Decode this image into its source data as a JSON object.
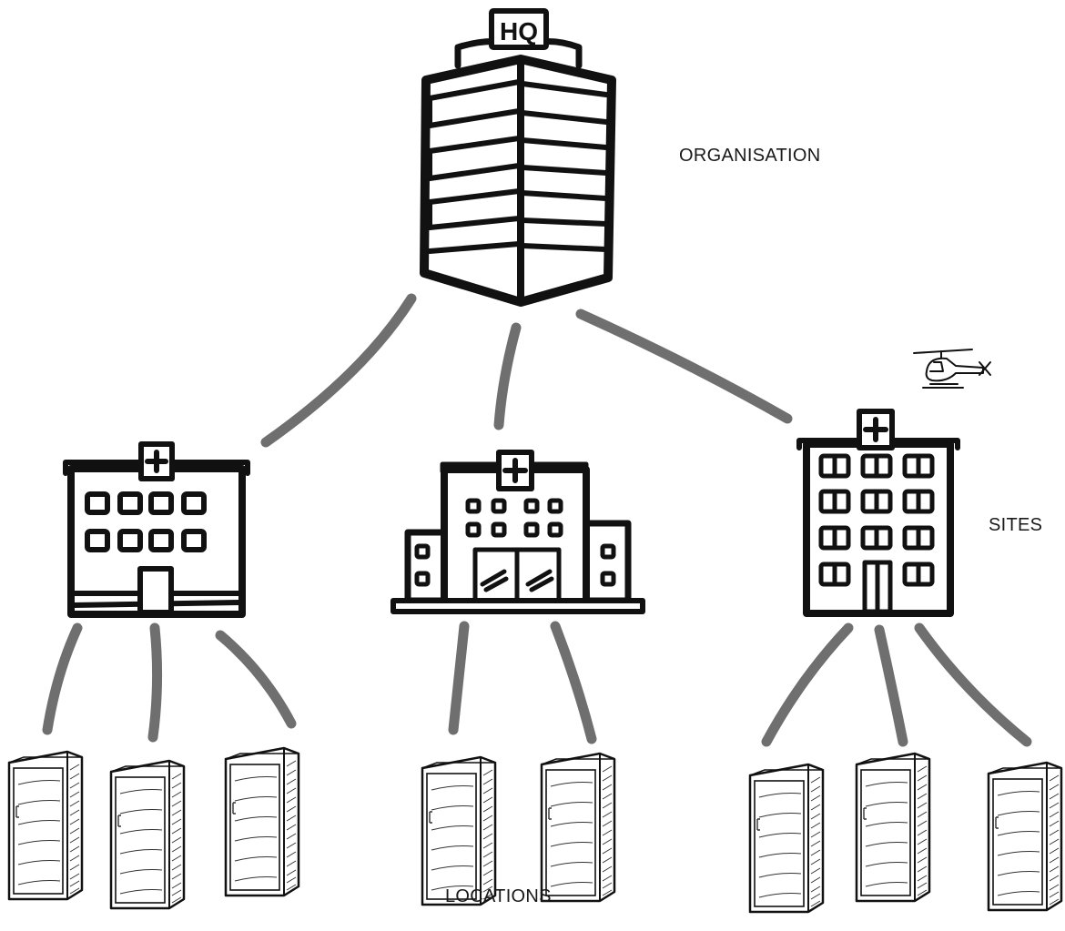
{
  "labels": {
    "organisation": "ORGANISATION",
    "sites": "SITES",
    "locations": "LOCATIONS"
  },
  "hq": {
    "sign": "HQ"
  },
  "site_icon": "hospital-icon",
  "location_icon": "server-rack-icon",
  "extra_icon": "helicopter-icon",
  "tree": {
    "root": "organisation",
    "sites": [
      {
        "locations": 3
      },
      {
        "locations": 2
      },
      {
        "locations": 3
      }
    ]
  },
  "colors": {
    "connector": "#6f6f6f",
    "ink": "#111111",
    "background": "#ffffff"
  }
}
